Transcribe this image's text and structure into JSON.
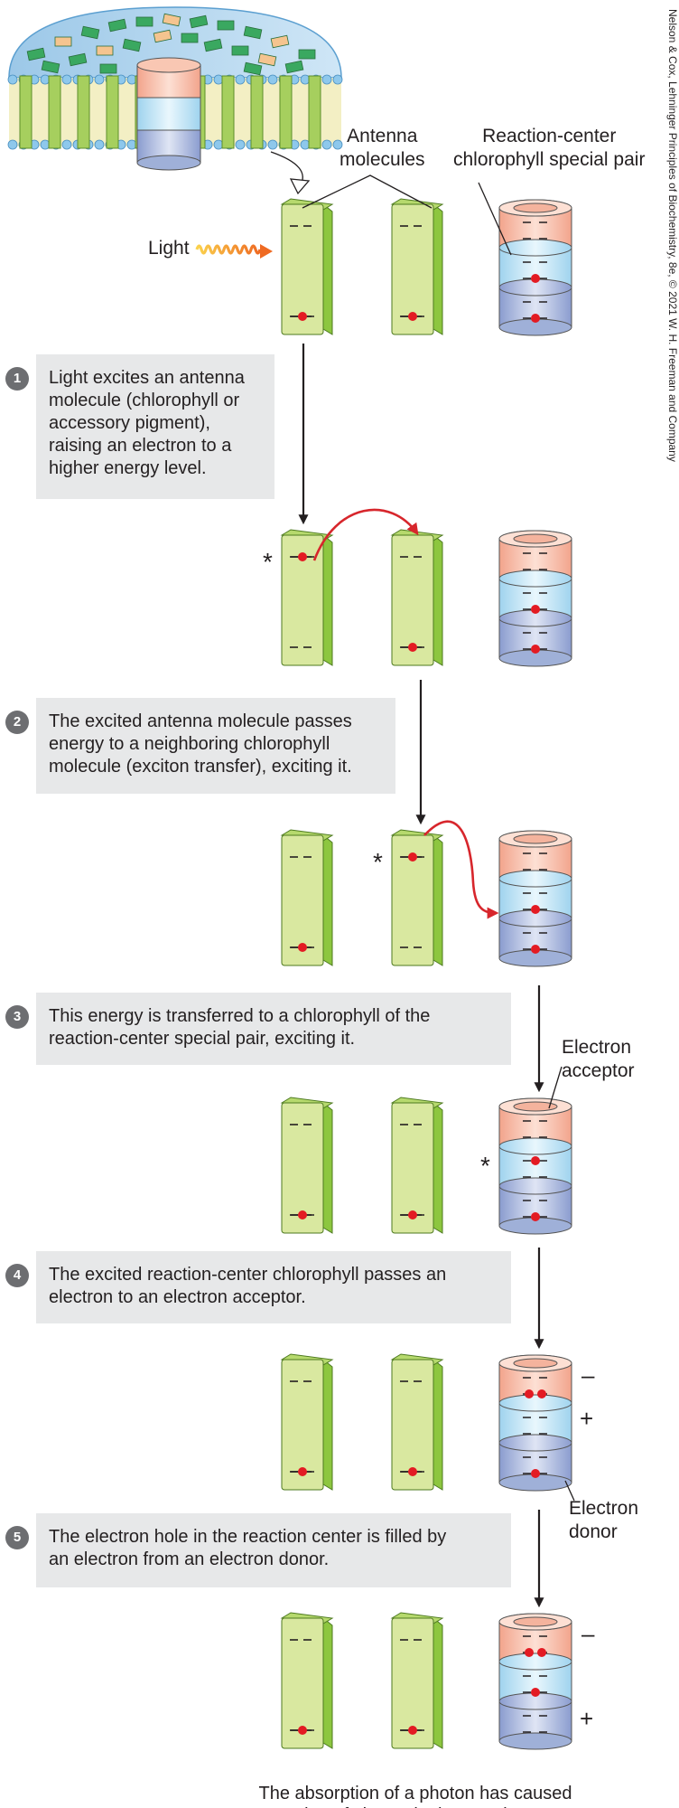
{
  "labels": {
    "antenna": "Antenna\nmolecules",
    "reaction_center": "Reaction-center\nchlorophyll special pair",
    "light": "Light",
    "electron_acceptor": "Electron\nacceptor",
    "electron_donor": "Electron\ndonor",
    "excited_mark": "*",
    "minus": "–",
    "plus": "+"
  },
  "steps": [
    {
      "number": "1",
      "text": "Light excites an antenna\nmolecule (chlorophyll or\naccessory pigment),\nraising an electron to a\nhigher energy level."
    },
    {
      "number": "2",
      "text": "The excited antenna molecule passes\nenergy to a neighboring chlorophyll\nmolecule (exciton transfer), exciting it."
    },
    {
      "number": "3",
      "text": "This energy is transferred to a chlorophyll of the\nreaction-center special pair, exciting it."
    },
    {
      "number": "4",
      "text": "The excited reaction-center chlorophyll passes an\nelectron to an electron acceptor."
    },
    {
      "number": "5",
      "text": "The electron hole in the reaction center is filled by\nan electron from an electron donor."
    }
  ],
  "conclusion": "The absorption of a photon has caused\nseparation of charge in the reaction center.",
  "credit": "Nelson & Cox, Lehninger Principles of Biochemistry, 8e, © 2021 W. H. Freeman and Company",
  "colors": {
    "antenna_face": "#d9e8a0",
    "antenna_side": "#8dc63f",
    "rc_top": "#f6b9a2",
    "rc_middle": "#bfe3f4",
    "rc_bottom": "#9fb0d8",
    "electron": "#e31b23",
    "energy_arrow": "#d7262c",
    "step_box": "#e7e8e9",
    "step_badge": "#6d6e71"
  }
}
